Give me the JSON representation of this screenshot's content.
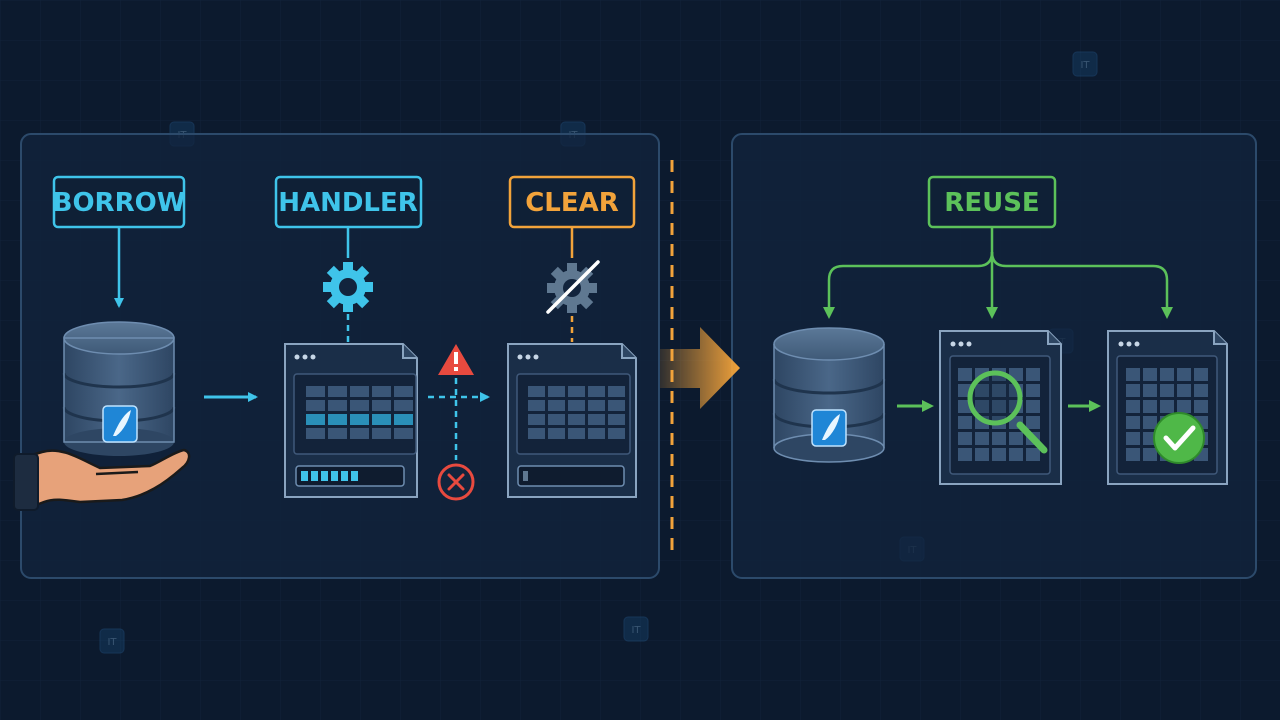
{
  "labels": {
    "borrow": "BORROW",
    "handler": "HANDLER",
    "clear": "CLEAR",
    "reuse": "REUSE"
  },
  "colors": {
    "background": "#0c1a2e",
    "panel": "#12243d",
    "panel_border": "#2c4a6b",
    "blue": "#3fc4ea",
    "orange": "#f2a33b",
    "green": "#5cc15a",
    "red": "#e84a3f",
    "db_body": "#3f5a78",
    "skin": "#e7a27a"
  },
  "icons": {
    "hand": "hand-icon",
    "database": "database-icon",
    "gear": "gear-icon",
    "gear_disabled": "gear-disabled-icon",
    "warning": "warning-icon",
    "error": "error-x-icon",
    "magnifier": "magnifier-icon",
    "check": "check-icon",
    "sqlite_badge": "sqlite-feather-icon"
  }
}
